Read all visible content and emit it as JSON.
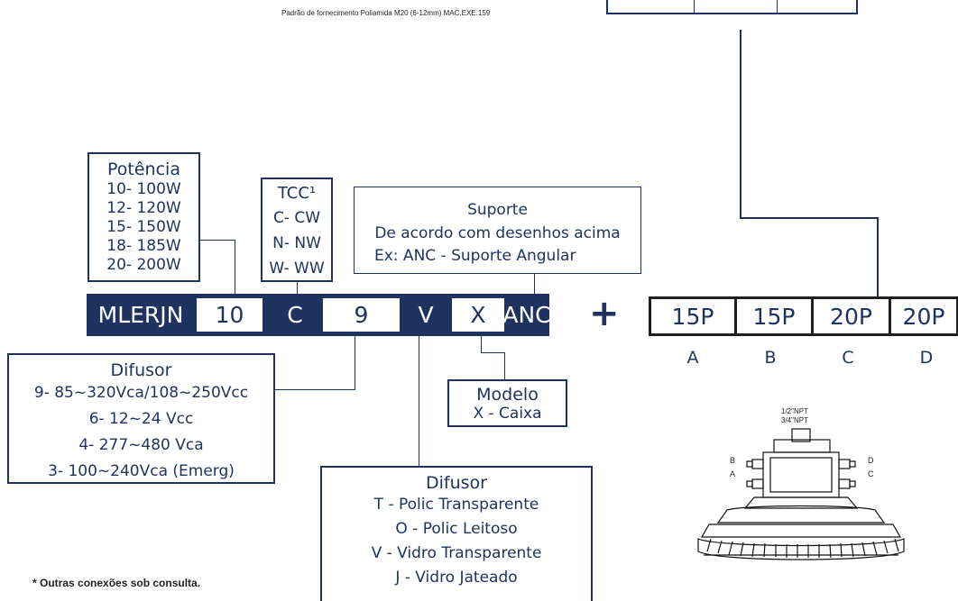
{
  "header_note": "Padrão de fornecimento Poliamida M20 (6-12mm) MAC.EXE.159",
  "potencia": {
    "title": "Potência",
    "items": [
      "10- 100W",
      "12- 120W",
      "15- 150W",
      "18- 185W",
      "20- 200W"
    ]
  },
  "tcc": {
    "title": "TCC¹",
    "items": [
      "C- CW",
      "N- NW",
      "W- WW"
    ]
  },
  "suporte": {
    "title": "Suporte",
    "line1": "De acordo com desenhos acima",
    "line2": "Ex: ANC - Suporte Angular"
  },
  "code": {
    "prefix": "MLERJN",
    "potencia": "10",
    "tcc": "C",
    "tensao": "9",
    "difusor": "V",
    "modelo": "X",
    "suporte": "ANC"
  },
  "plus": "+",
  "ports": [
    {
      "code": "15P",
      "letter": "A"
    },
    {
      "code": "15P",
      "letter": "B"
    },
    {
      "code": "20P",
      "letter": "C"
    },
    {
      "code": "20P",
      "letter": "D"
    }
  ],
  "tensao_box": {
    "title": "Difusor",
    "items": [
      "9- 85~320Vca/108~250Vcc",
      "6- 12~24 Vcc",
      "4- 277~480 Vca",
      "3- 100~240Vca (Emerg)"
    ]
  },
  "modelo": {
    "title": "Modelo",
    "items": [
      "X - Caixa"
    ]
  },
  "difusor": {
    "title": "Difusor",
    "items": [
      "T - Polic Transparente",
      "O - Polic Leitoso",
      "V - Vidro Transparente",
      "J - Vidro Jateado"
    ]
  },
  "drawing_labels": {
    "npt1": "1/2\"NPT",
    "npt2": "3/4\"NPT",
    "b": "B",
    "a": "A",
    "d": "D",
    "c": "C"
  },
  "footnote": "* Outras conexões sob consulta."
}
